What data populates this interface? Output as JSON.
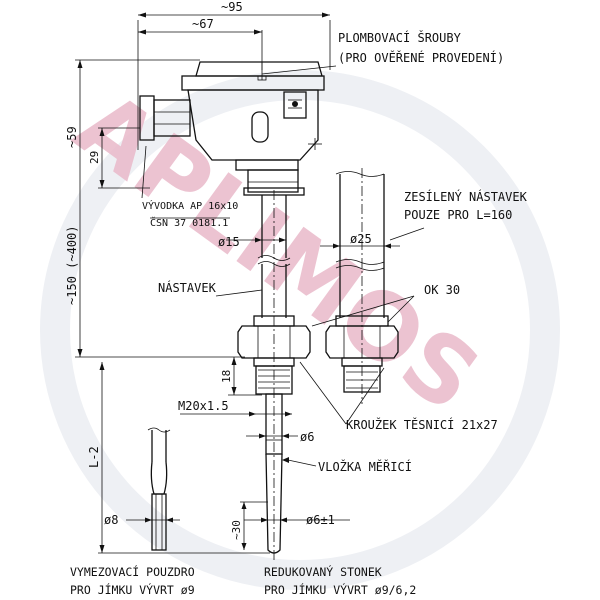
{
  "watermark": {
    "text": "APLIMOS",
    "color": "#e9b8c9"
  },
  "dimensions": {
    "width_95": "~95",
    "width_67": "~67",
    "height_59": "~59",
    "height_29": "29",
    "height_150": "~150 (~400)",
    "height_18": "18",
    "length_L2": "L-2",
    "dia_15": "ø15",
    "dia_25": "ø25",
    "thread": "M20x1.5",
    "dia_6": "ø6",
    "dia_6_tol": "ø6±1",
    "dia_8": "ø8",
    "len_30": "~30"
  },
  "labels": {
    "seal_screws_1": "PLOMBOVACÍ ŠROUBY",
    "seal_screws_2": "(PRO OVĚŘENÉ PROVEDENÍ)",
    "gland_1": "VÝVODKA AP 16x10",
    "gland_2": "ČSN 37 0181.1",
    "reinforced_1": "ZESÍLENÝ NÁSTAVEK",
    "reinforced_2": "POUZE PRO L=160",
    "extension": "NÁSTAVEK",
    "wrench": "OK 30",
    "seal_ring": "KROUŽEK TĚSNICÍ 21x27",
    "insert": "VLOŽKA MĚŘICÍ",
    "spacer_1": "VYMEZOVACÍ POUZDRO",
    "spacer_2": "PRO JÍMKU VÝVRT ø9",
    "reduced_1": "REDUKOVANÝ STONEK",
    "reduced_2": "PRO JÍMKU VÝVRT ø9/6,2"
  }
}
